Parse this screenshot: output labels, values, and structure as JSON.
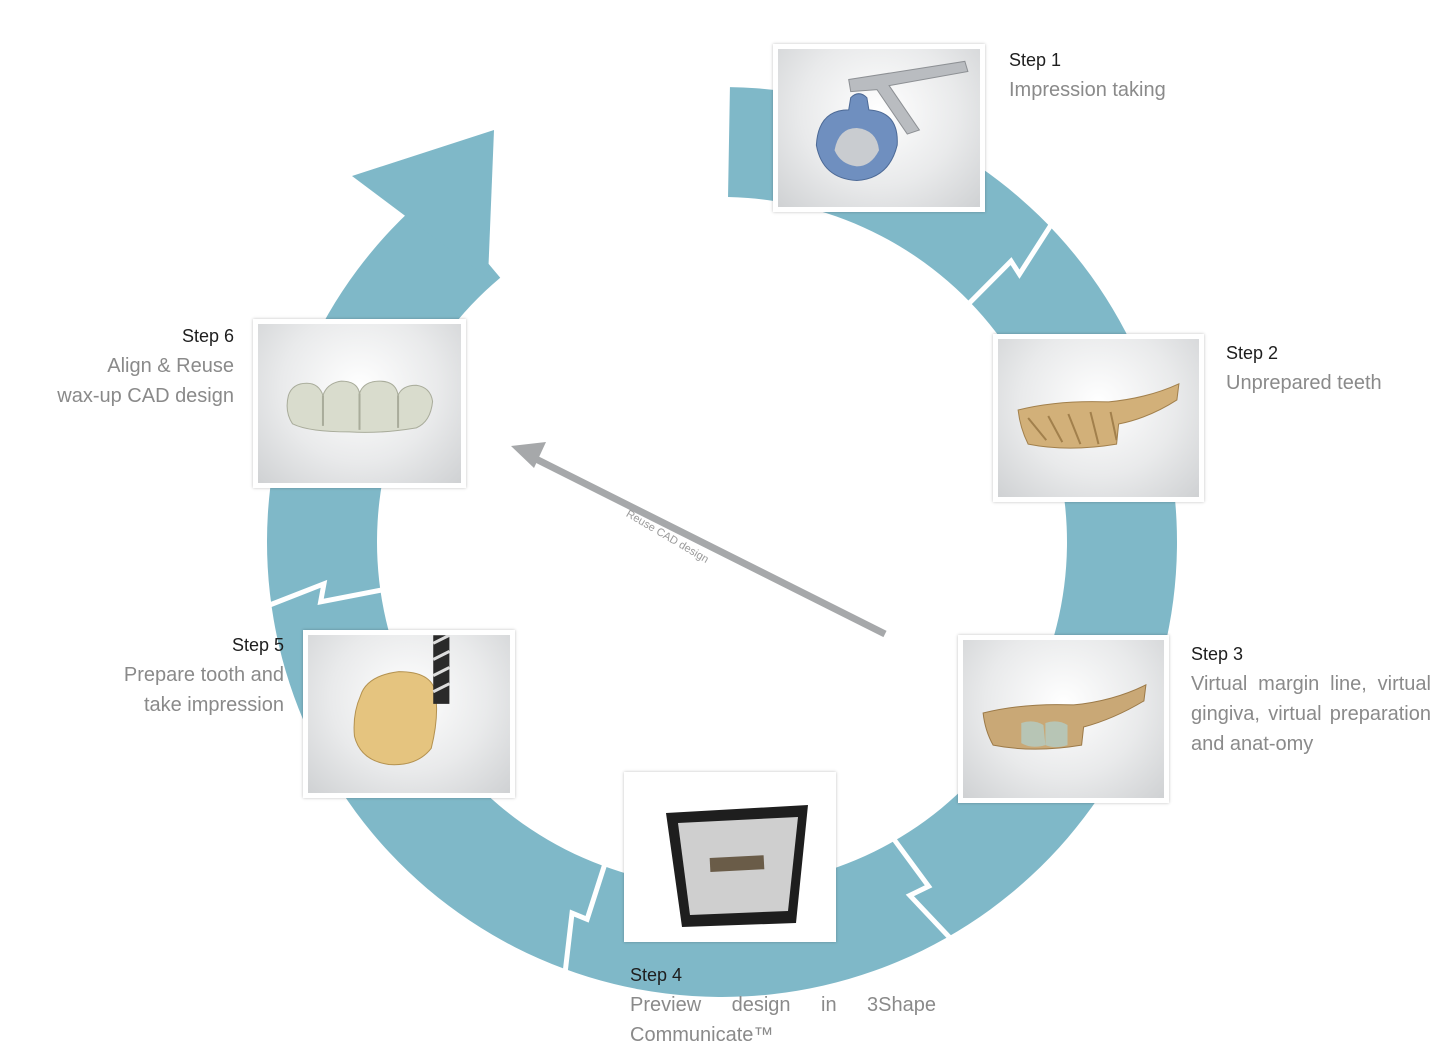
{
  "colors": {
    "ring": "#7fb8c8",
    "arrow": "#a6a8aa",
    "title": "#1e1e1e",
    "text": "#8a8a8a"
  },
  "steps": [
    {
      "title": "Step 1",
      "desc": "Impression taking",
      "image": "impression-tray-icon"
    },
    {
      "title": "Step 2",
      "desc": "Unprepared teeth",
      "image": "unprepared-teeth-icon"
    },
    {
      "title": "Step 3",
      "desc": "Virtual margin line, virtual gingiva, virtual preparation and anat-omy",
      "image": "virtual-preparation-icon"
    },
    {
      "title": "Step 4",
      "desc": "Preview design in 3Shape Communicate™",
      "image": "tablet-preview-icon"
    },
    {
      "title": "Step 5",
      "desc": "Prepare tooth and\ntake impression",
      "image": "tooth-drill-icon"
    },
    {
      "title": "Step 6",
      "desc": "Align & Reuse\nwax-up CAD design",
      "image": "waxup-teeth-icon"
    }
  ],
  "reuse_label": "Reuse CAD design"
}
